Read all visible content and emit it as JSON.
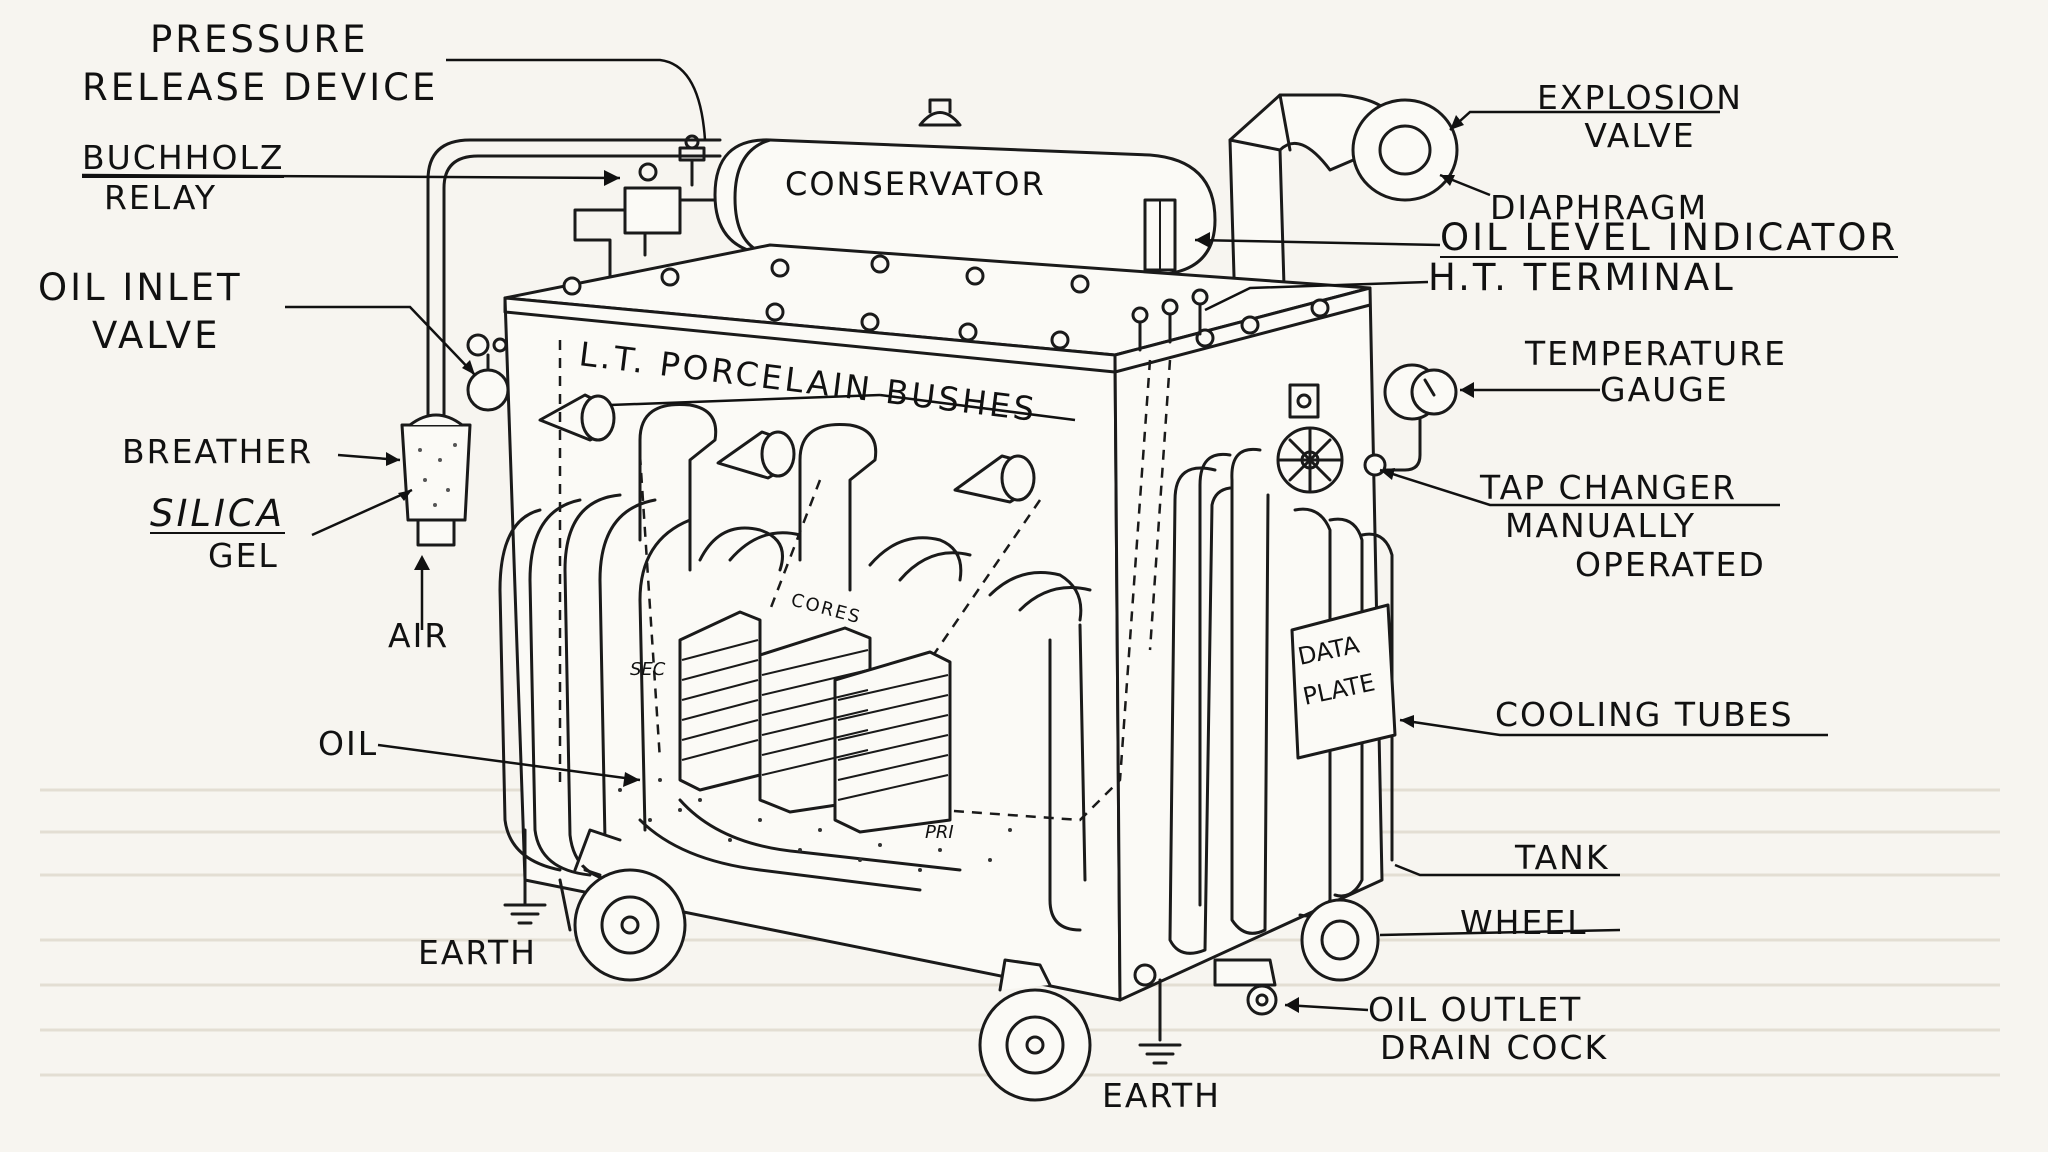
{
  "diagram": {
    "labels": {
      "pressure_release_line1": "PRESSURE",
      "pressure_release_line2": "RELEASE DEVICE",
      "buchholz_line1": "BUCHHOLZ",
      "buchholz_line2": "RELAY",
      "oil_inlet_line1": "OIL INLET",
      "oil_inlet_line2": "VALVE",
      "breather": "BREATHER",
      "silica_gel_line1": "SILICA",
      "silica_gel_line2": "GEL",
      "air": "AIR",
      "oil": "OIL",
      "earth_left": "EARTH",
      "earth_bottom": "EARTH",
      "conservator": "CONSERVATOR",
      "lt_bushes": "L.T. PORCELAIN BUSHES",
      "cores": "CORES",
      "sec": "SEC",
      "pri": "PRI",
      "data_plate_line1": "DATA",
      "data_plate_line2": "PLATE",
      "explosion_valve_line1": "EXPLOSION",
      "explosion_valve_line2": "VALVE",
      "diaphragm": "DIAPHRAGM",
      "oil_level_indicator": "OIL LEVEL INDICATOR",
      "ht_terminal": "H.T. TERMINAL",
      "temperature_gauge_line1": "TEMPERATURE",
      "temperature_gauge_line2": "GAUGE",
      "tap_changer_line1": "TAP CHANGER",
      "tap_changer_line2": "MANUALLY",
      "tap_changer_line3": "OPERATED",
      "cooling_tubes": "COOLING TUBES",
      "tank": "TANK",
      "wheel": "WHEEL",
      "oil_outlet_line1": "OIL OUTLET",
      "oil_outlet_line2": "DRAIN COCK"
    }
  }
}
